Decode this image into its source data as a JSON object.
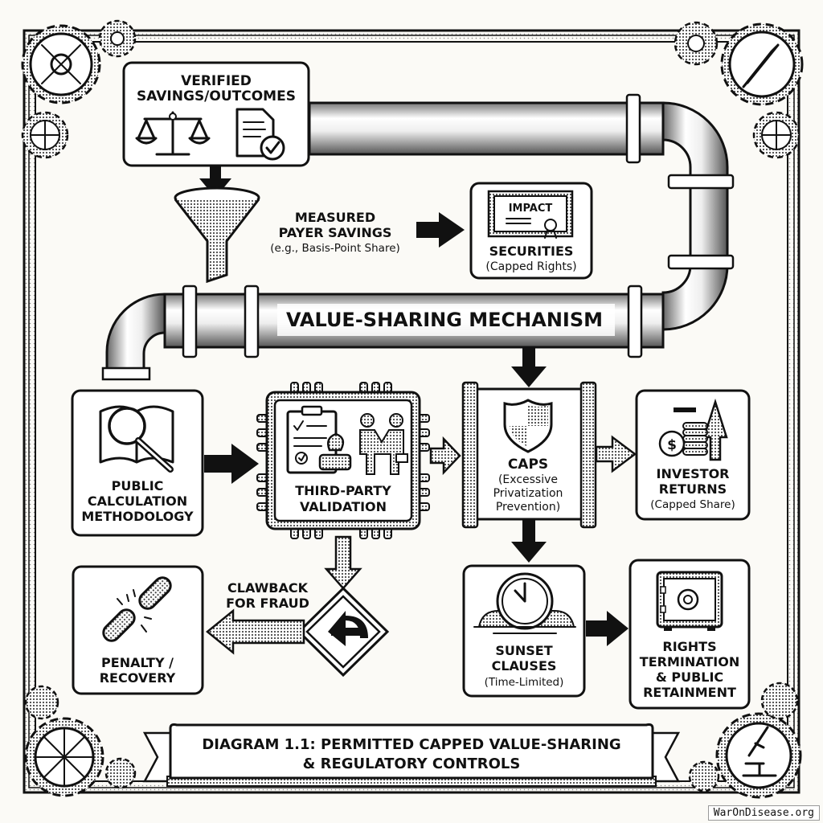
{
  "diagram": {
    "title_line1": "DIAGRAM 1.1: PERMITTED CAPPED VALUE-SHARING",
    "title_line2": "& REGULATORY CONTROLS",
    "pipe_label": "VALUE-SHARING MECHANISM",
    "watermark": "WarOnDisease.org",
    "colors": {
      "ink": "#111111",
      "paper": "#fbfaf6",
      "panel": "#ffffff",
      "halftone": "#9a9a9a"
    }
  },
  "nodes": {
    "verified": {
      "line1": "VERIFIED",
      "line2": "SAVINGS/OUTCOMES",
      "icons": [
        "scales-icon",
        "document-check-icon"
      ]
    },
    "measured": {
      "line1": "MEASURED",
      "line2": "PAYER SAVINGS",
      "line3": "(e.g., Basis-Point Share)",
      "icon": "funnel-icon"
    },
    "securities": {
      "badge": "IMPACT",
      "line1": "SECURITIES",
      "line2": "(Capped Rights)",
      "icon": "certificate-icon"
    },
    "methodology": {
      "line1": "PUBLIC",
      "line2": "CALCULATION",
      "line3": "METHODOLOGY",
      "icon": "book-magnifier-icon"
    },
    "validation": {
      "line1": "THIRD-PARTY",
      "line2": "VALIDATION",
      "icons": [
        "clipboard-stamp-icon",
        "handshake-icon"
      ]
    },
    "caps": {
      "line1": "CAPS",
      "line2": "(Excessive",
      "line3": "Privatization",
      "line4": "Prevention)",
      "icon": "shield-icon"
    },
    "investor": {
      "line1": "INVESTOR",
      "line2": "RETURNS",
      "line3": "(Capped Share)",
      "icon": "coins-arrow-icon"
    },
    "clawback": {
      "line1": "CLAWBACK",
      "line2": "FOR FRAUD",
      "icon": "return-sign-icon"
    },
    "penalty": {
      "line1": "PENALTY /",
      "line2": "RECOVERY",
      "icon": "broken-chain-icon"
    },
    "sunset": {
      "line1": "SUNSET",
      "line2": "CLAUSES",
      "line3": "(Time-Limited)",
      "icon": "clock-sunset-icon"
    },
    "termination": {
      "line1": "RIGHTS",
      "line2": "TERMINATION",
      "line3": "& PUBLIC",
      "line4": "RETAINMENT",
      "icon": "safe-icon"
    }
  }
}
